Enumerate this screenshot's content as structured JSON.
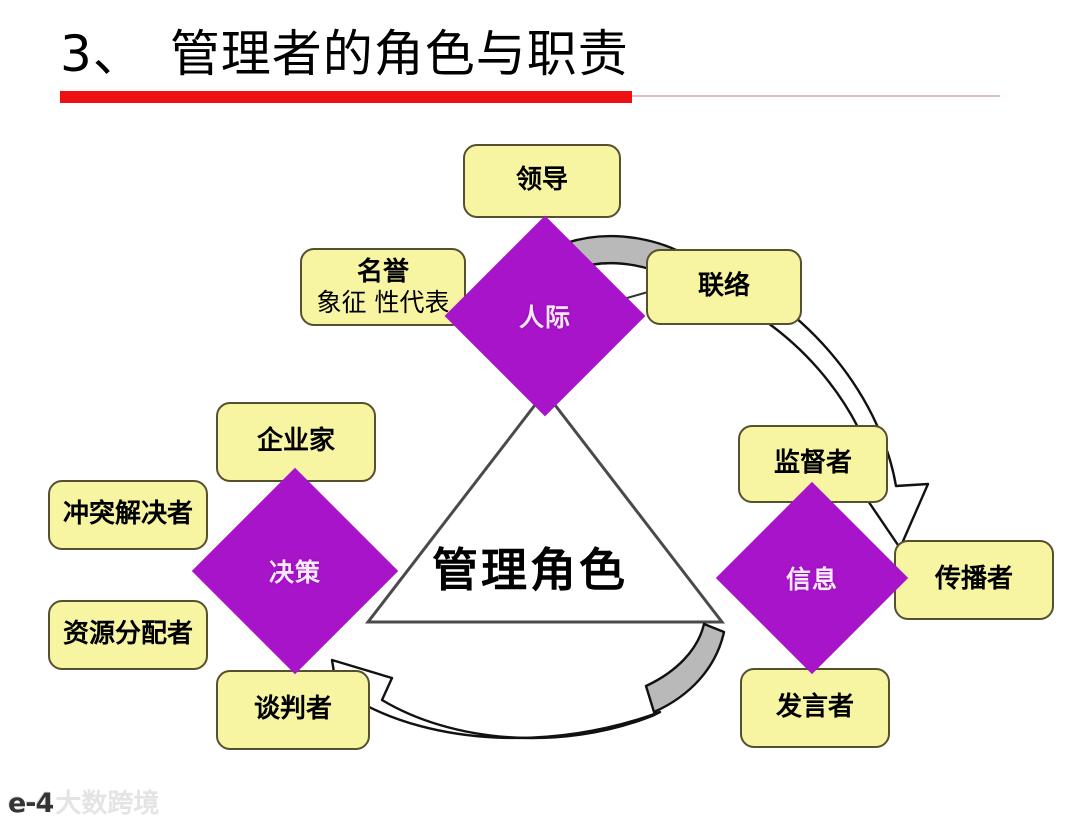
{
  "slide": {
    "number": "3、",
    "title": "管理者的角色与职责",
    "accent_red": "#ee1111",
    "box_fill": "#f7f4a2",
    "box_border": "#55502e",
    "diamond_fill": "#a714c9",
    "diamond_text": "#fde9ff",
    "arrow_gray": "#b8b8b8",
    "background": "#ffffff"
  },
  "diagram": {
    "center_label": "管理角色",
    "clusters": [
      {
        "key": "interpersonal",
        "diamond": "人际",
        "roles": [
          "领导",
          "名誉",
          "象征 性代表",
          "联络"
        ]
      },
      {
        "key": "informational",
        "diamond": "信息",
        "roles": [
          "监督者",
          "传播者",
          "发言者"
        ]
      },
      {
        "key": "decisional",
        "diamond": "决策",
        "roles": [
          "企业家",
          "冲突解决者",
          "资源分配者",
          "谈判者"
        ]
      }
    ],
    "boxes": {
      "lingdao": "领导",
      "mingyu_main": "名誉",
      "mingyu_sub": "象征 性代表",
      "lianluo": "联络",
      "jiandu": "监督者",
      "chuanbo": "传播者",
      "fayan": "发言者",
      "qiye": "企业家",
      "chongtu": "冲突解决者",
      "ziyuan": "资源分配者",
      "tanpan": "谈判者"
    },
    "diamonds": {
      "renji": "人际",
      "xinxi": "信息",
      "juece": "决策"
    }
  },
  "watermark": {
    "logo": "e-4",
    "text": "大数跨境"
  }
}
